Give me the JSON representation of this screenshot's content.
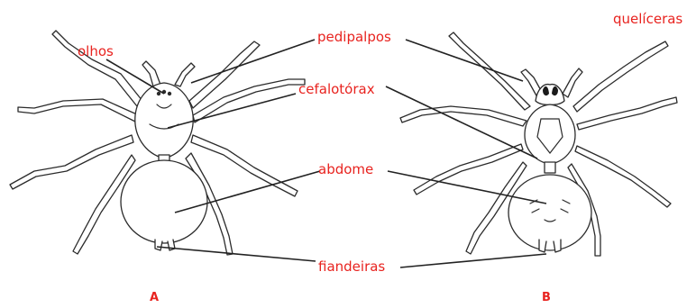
{
  "labels": {
    "olhos": "olhos",
    "pedipalpos": "pedipalpos",
    "cefalotorax": "cefalotórax",
    "abdome": "abdome",
    "fiandeiras": "fiandeiras",
    "queliceras": "quelíceras"
  },
  "captions": {
    "a": "A",
    "b": "B"
  },
  "colors": {
    "label": "#e8231f",
    "ink": "#2b2b2b",
    "background": "#ffffff"
  }
}
